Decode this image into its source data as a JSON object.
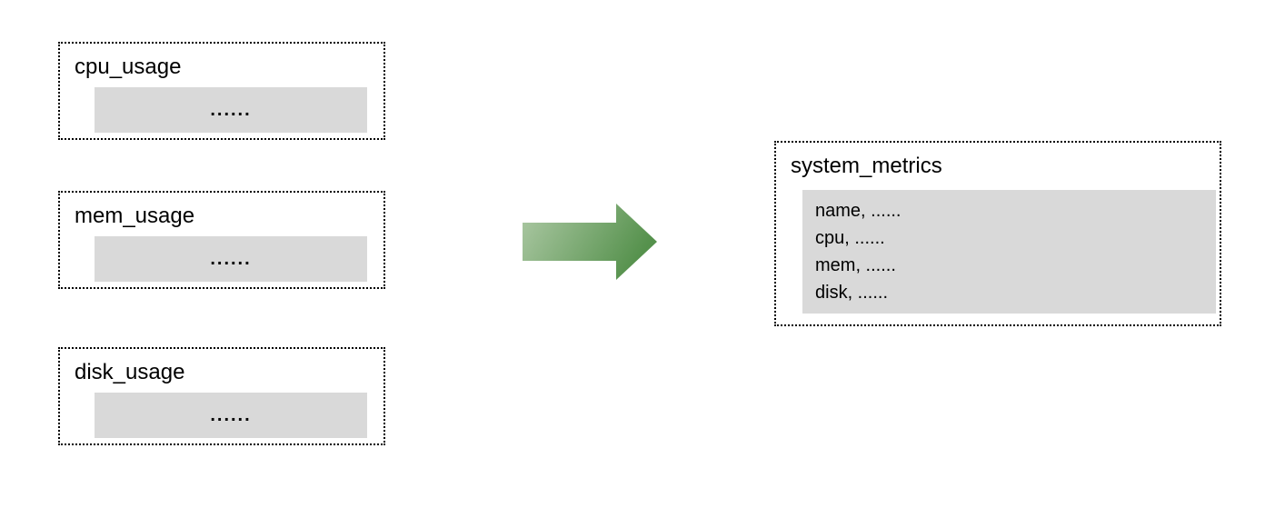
{
  "page": {
    "background": "#ffffff"
  },
  "colors": {
    "box_fill": "#d9d9d9",
    "border": "#000000",
    "arrow_gradient_start": "#adc9a5",
    "arrow_gradient_end": "#55914c"
  },
  "source_tables": [
    {
      "title": "cpu_usage",
      "body": "......"
    },
    {
      "title": "mem_usage",
      "body": "......"
    },
    {
      "title": "disk_usage",
      "body": "......"
    }
  ],
  "result_table": {
    "title": "system_metrics",
    "rows": [
      "name, ......",
      "cpu, ......",
      "mem, ......",
      "disk, ......"
    ]
  }
}
